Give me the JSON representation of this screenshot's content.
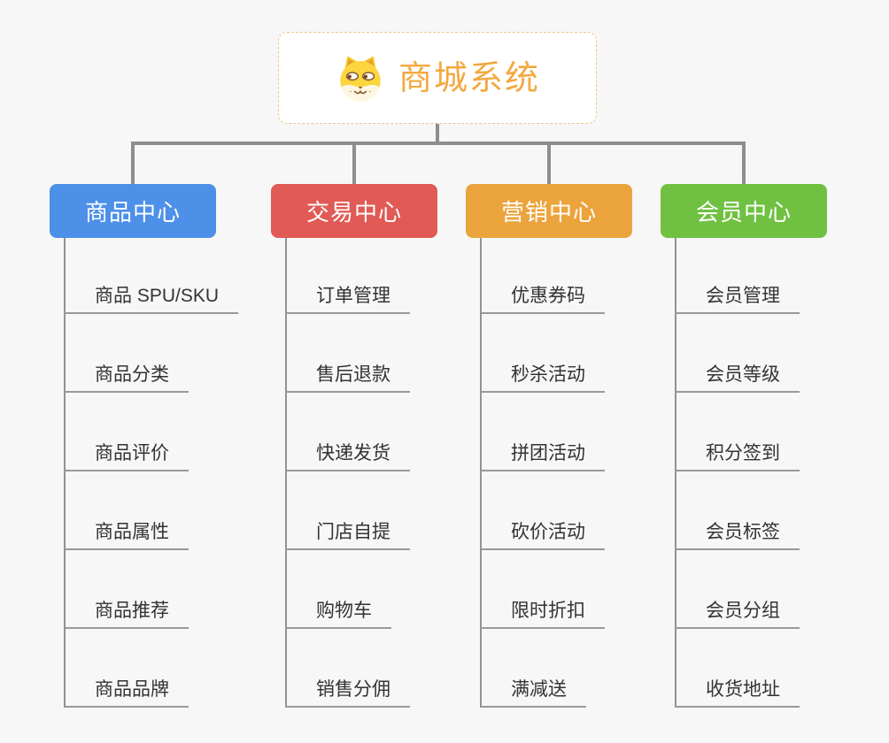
{
  "page": {
    "background_color": "#f7f7f7",
    "connector_color": "#8e8e8e",
    "underline_color": "#999999"
  },
  "root": {
    "label": "商城系统",
    "icon": "dog-icon",
    "text_color": "#f2a93f"
  },
  "branches": [
    {
      "label": "商品中心",
      "color": "#4d90e8",
      "children": [
        "商品 SPU/SKU",
        "商品分类",
        "商品评价",
        "商品属性",
        "商品推荐",
        "商品品牌"
      ]
    },
    {
      "label": "交易中心",
      "color": "#e15a55",
      "children": [
        "订单管理",
        "售后退款",
        "快递发货",
        "门店自提",
        "购物车",
        "销售分佣"
      ]
    },
    {
      "label": "营销中心",
      "color": "#eba43c",
      "children": [
        "优惠券码",
        "秒杀活动",
        "拼团活动",
        "砍价活动",
        "限时折扣",
        "满减送"
      ]
    },
    {
      "label": "会员中心",
      "color": "#70c142",
      "children": [
        "会员管理",
        "会员等级",
        "积分签到",
        "会员标签",
        "会员分组",
        "收货地址"
      ]
    }
  ]
}
